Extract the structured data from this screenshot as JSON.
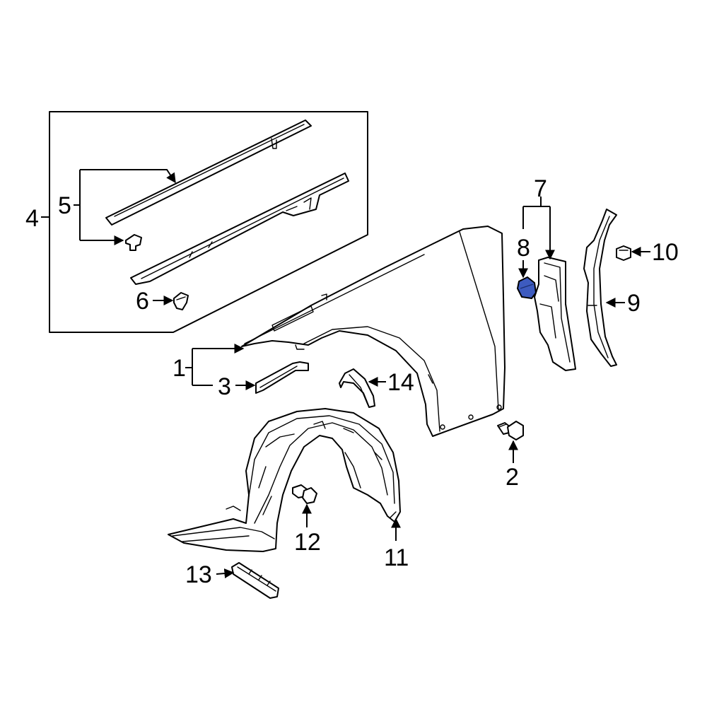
{
  "callouts": {
    "c1": "1",
    "c2": "2",
    "c3": "3",
    "c4": "4",
    "c5": "5",
    "c6": "6",
    "c7": "7",
    "c8": "8",
    "c9": "9",
    "c10": "10",
    "c11": "11",
    "c12": "12",
    "c13": "13",
    "c14": "14"
  },
  "colors": {
    "line": "#000000",
    "background": "#ffffff",
    "highlight_part": "#3d5bbf"
  },
  "highlighted_callout": "8"
}
